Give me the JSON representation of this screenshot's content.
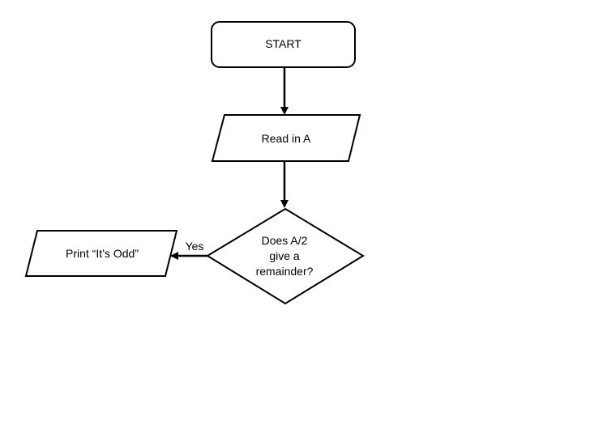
{
  "flowchart": {
    "start": {
      "text": "START"
    },
    "read": {
      "text": "Read in A"
    },
    "decision": {
      "lines": [
        "Does A/2",
        "give a",
        "remainder?"
      ]
    },
    "print_odd": {
      "text": "Print “It’s Odd”"
    },
    "edge_yes": {
      "label": "Yes"
    }
  },
  "colors": {
    "stroke": "#000000",
    "fill": "#ffffff",
    "background": "#ffffff"
  }
}
